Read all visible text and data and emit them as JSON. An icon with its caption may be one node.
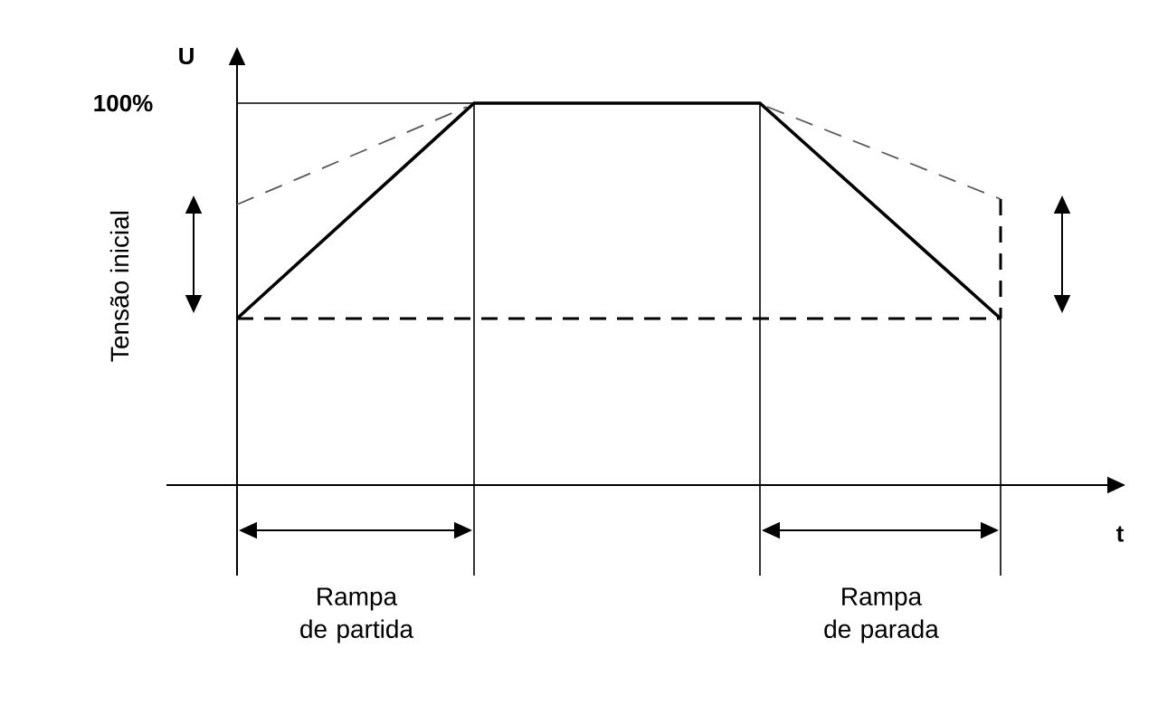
{
  "diagram": {
    "labels": [
      "U",
      "100%",
      "Tensão inicial",
      "t",
      "Rampa de partida",
      "Rampa de parada"
    ]
  }
}
